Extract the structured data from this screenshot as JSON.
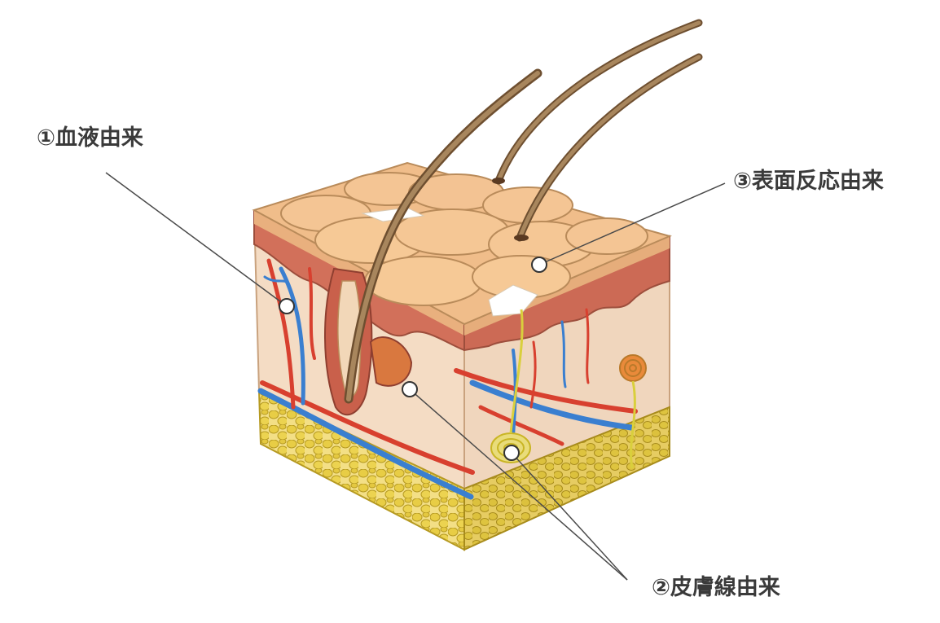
{
  "labels": {
    "blood": "①血液由来",
    "gland": "②皮膚線由来",
    "surface": "③表面反応由来"
  },
  "colors": {
    "epidermis": "#f2c08e",
    "epidermis_edge": "#b98b5a",
    "dermis": "#f4dcc2",
    "subcutis": "#f1dc8a",
    "fat_cells": "#e8cf4a",
    "artery": "#d8402f",
    "vein": "#3a7fd0",
    "hair": "#8a6a45",
    "nerve": "#d9cf3c",
    "leader_line": "#4a4a4a",
    "label_text": "#3a3a3a"
  }
}
